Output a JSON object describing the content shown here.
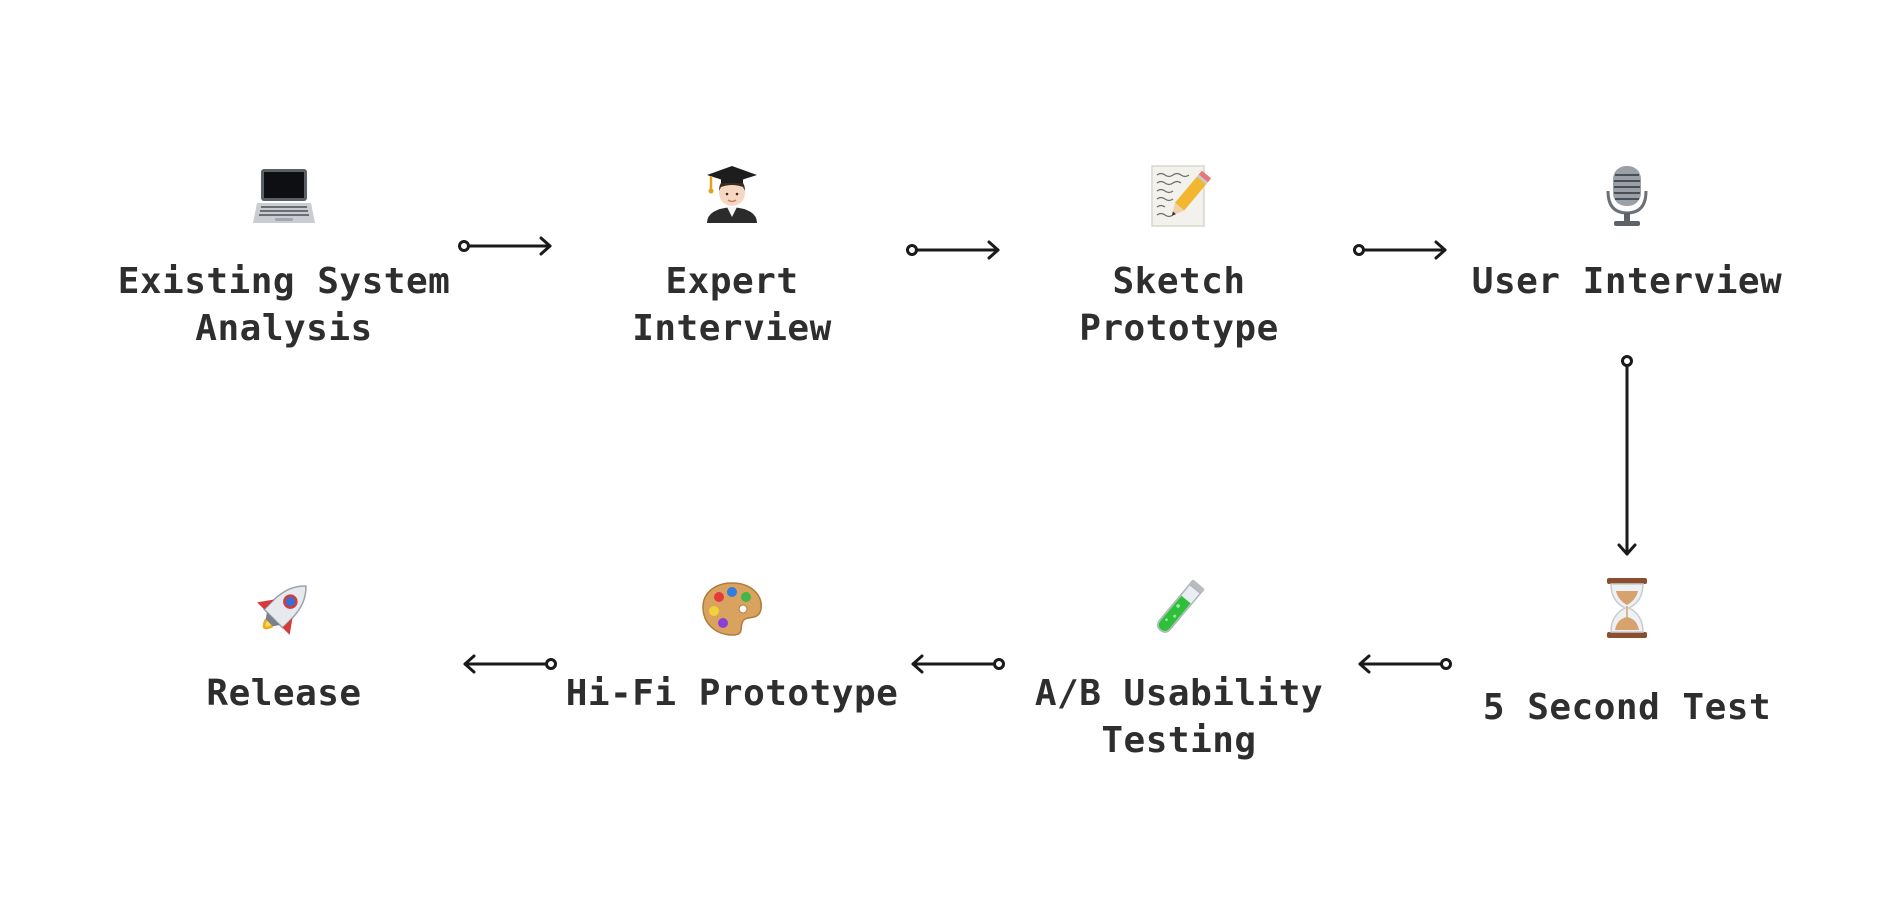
{
  "steps": [
    {
      "label": "Existing System\nAnalysis",
      "icon": "laptop-icon"
    },
    {
      "label": "Expert\nInterview",
      "icon": "graduate-icon"
    },
    {
      "label": "Sketch\nPrototype",
      "icon": "memo-pencil-icon"
    },
    {
      "label": "User Interview",
      "icon": "microphone-icon"
    },
    {
      "label": "5 Second Test",
      "icon": "hourglass-icon"
    },
    {
      "label": "A/B Usability\nTesting",
      "icon": "test-tube-icon"
    },
    {
      "label": "Hi-Fi Prototype",
      "icon": "palette-icon"
    },
    {
      "label": "Release",
      "icon": "rocket-icon"
    }
  ]
}
